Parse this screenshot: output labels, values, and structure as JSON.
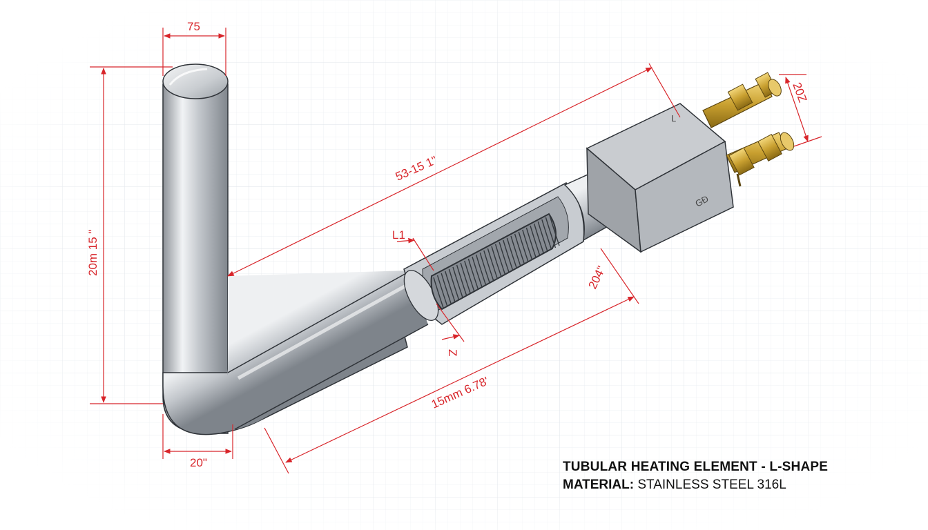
{
  "colors": {
    "dimension": "#d8252a",
    "grid": "#dde3ea",
    "tube_light": "#eef0f2",
    "tube_mid": "#b7bcc2",
    "tube_dark": "#7c8289",
    "box": "#a4a8ad",
    "brass": "#c9a030"
  },
  "icons": {
    "box_marking": "ground-symbol"
  },
  "dimensions": {
    "top_width": "75",
    "vertical_height": "20m 15 \"",
    "bottom_width": "20\"",
    "long_length": "53-15 1\"",
    "lower_length": "15mm 6.78'",
    "section_length": "204\"",
    "terminal_spacing": "20Z",
    "cutaway_start": "L1",
    "cutaway_end": "Z"
  },
  "box_marks": {
    "top": "L",
    "side": "GĐ"
  },
  "caption": {
    "title": "TUBULAR HEATING ELEMENT - L-SHAPE",
    "material_label": "MATERIAL:",
    "material_value": "STAINLESS STEEL 316L"
  }
}
